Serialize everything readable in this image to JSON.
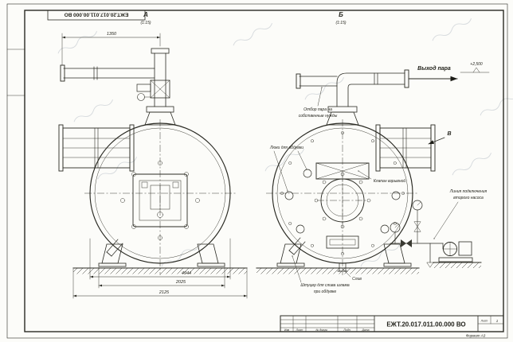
{
  "document": {
    "number": "ЕЖТ.20.017.011.00.000 ВО",
    "format": "Формат А3"
  },
  "views": {
    "a_label": "А",
    "a_scale": "(1:15)",
    "b_label": "Б",
    "b_scale": "(1:15)",
    "v_label": "В"
  },
  "annotations": {
    "steam_outlet": "Выход пара",
    "elevation": "+2,500",
    "steam_tap_line1": "Отбор пара на",
    "steam_tap_line2": "собственные нужды",
    "blow_hatches": "Люки для обдувки",
    "explosion_valve": "Клапан взрывной",
    "pump_line1": "Линия подключения",
    "pump_line2": "второго насоса",
    "sludge_line1": "Штуцер для слива шлама",
    "sludge_line2": "при обдувке",
    "drain": "Слив"
  },
  "dimensions": {
    "top_width": "1350",
    "overall_width": "4944",
    "support_span": "2025",
    "base_span": "2125"
  },
  "title_block": {
    "doc_number": "ЕЖТ.20.017.011.00.000 ВО",
    "col_izm": "Изм",
    "col_list": "Лист",
    "col_doc": "№ докум.",
    "col_sign": "Подп.",
    "col_date": "Дата",
    "sheet_label": "Лист",
    "sheet_value": "1"
  }
}
